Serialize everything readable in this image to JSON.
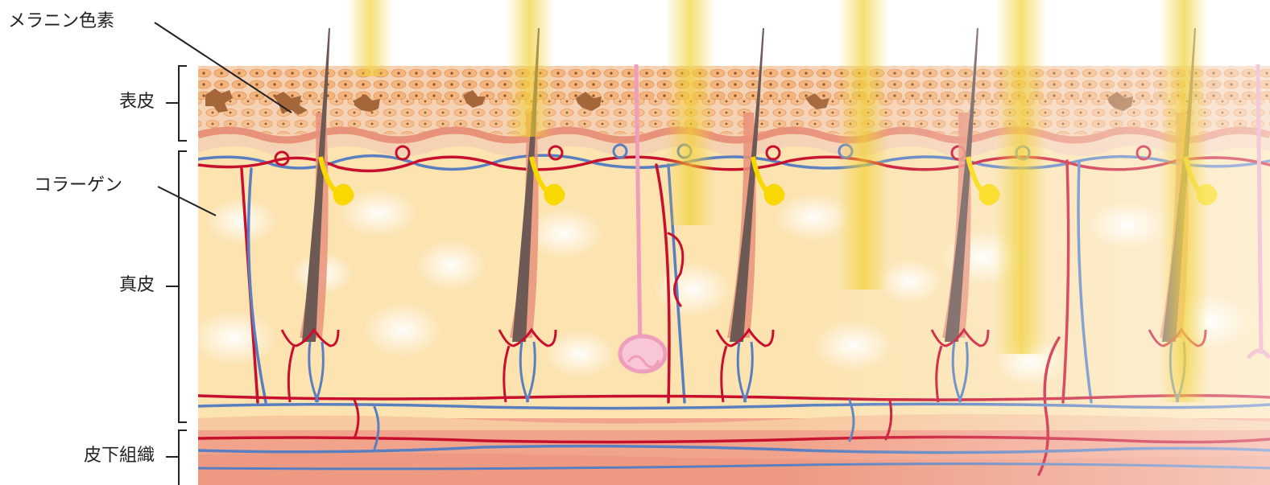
{
  "labels": {
    "melanin": "メラニン色素",
    "epidermis": "表皮",
    "collagen": "コラーゲン",
    "dermis": "真皮",
    "subcutis": "皮下組織"
  },
  "colors": {
    "epidermis_base": "#F6D2B5",
    "cell_fill": "#F2B37A",
    "cell_nucleus": "#8A4B1C",
    "melanin": "#A5673A",
    "dermis": "#FCE3B0",
    "subcutis": "#F2A38C",
    "artery": "#C8102E",
    "vein": "#5A7FC0",
    "hair": "#6E5A55",
    "hair_sheath": "#E9927A",
    "sebaceous": "#F8D800",
    "sweat_gland": "#EE9EBB",
    "light_ray": "#F0D030"
  }
}
